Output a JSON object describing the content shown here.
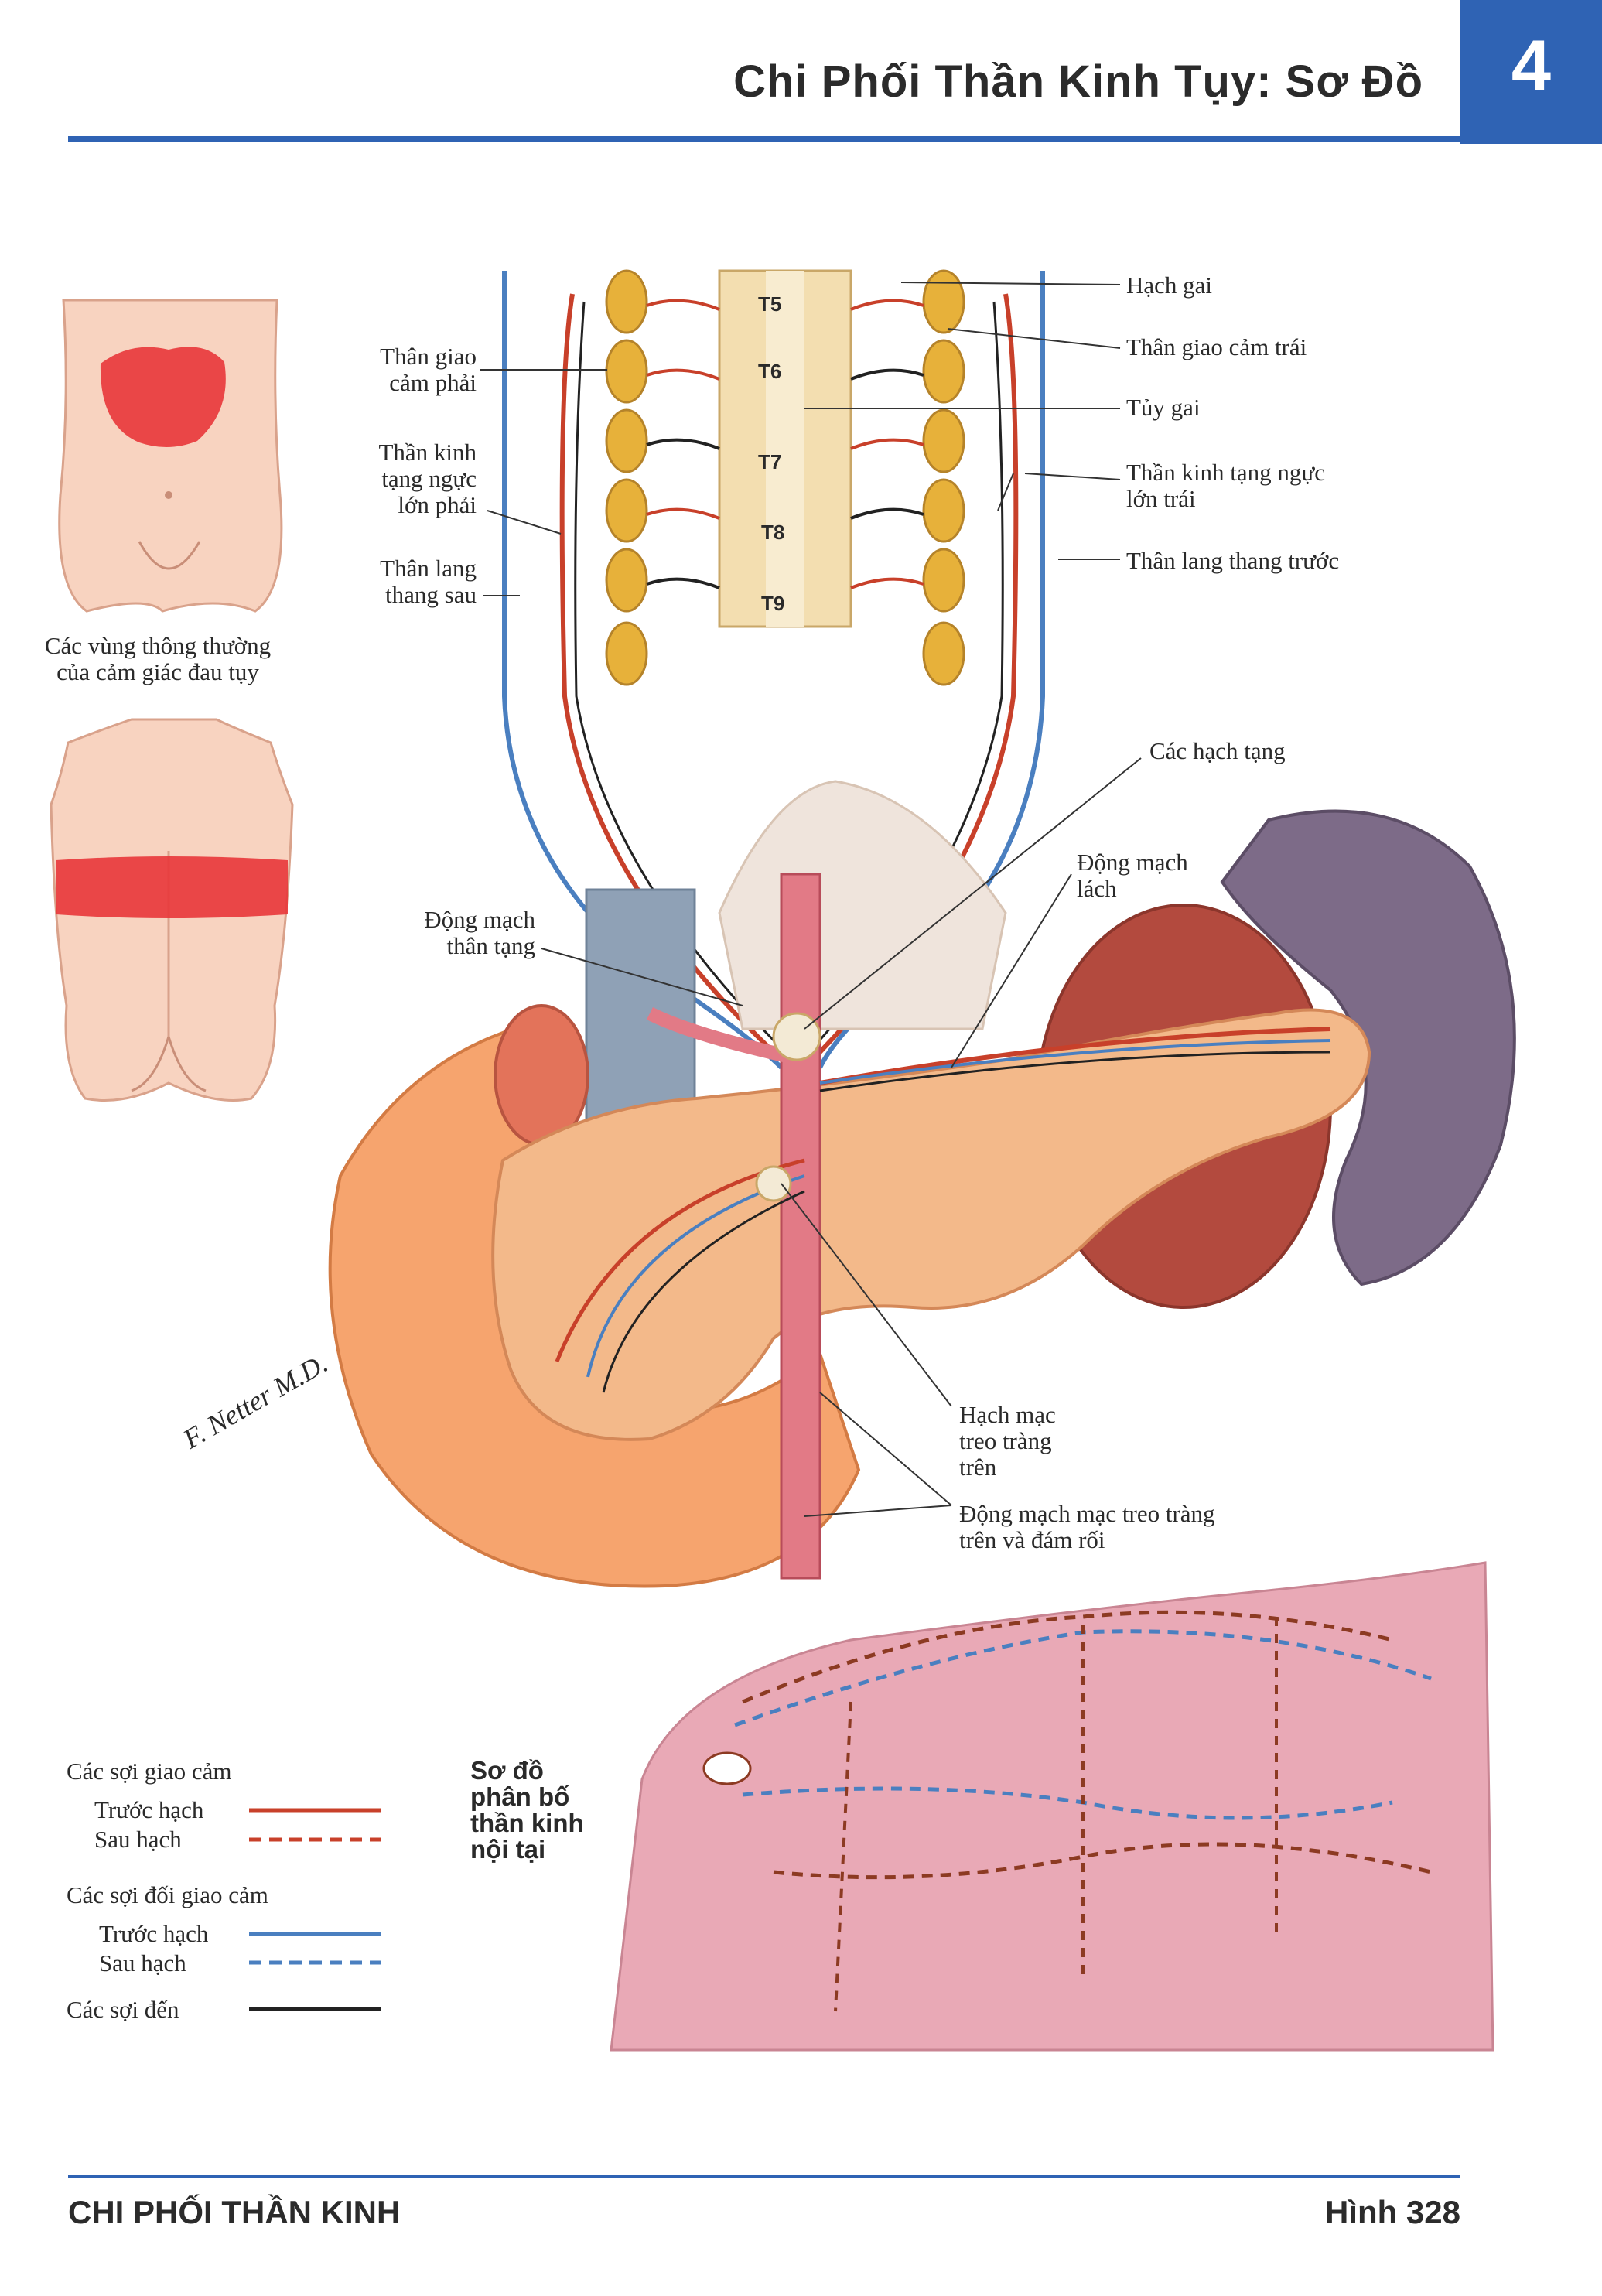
{
  "header": {
    "title": "Chi Phối Thần Kinh Tụy: Sơ Đồ",
    "chapter": "4"
  },
  "labels": {
    "hach_gai": "Hạch gai",
    "than_giao_cam_trai": "Thân giao cảm trái",
    "tuy_gai": "Tủy gai",
    "than_kinh_tang_nguc_lon_trai": [
      "Thần kinh tạng ngực",
      "lớn trái"
    ],
    "than_lang_thang_truoc": "Thân lang thang trước",
    "than_giao_cam_phai": [
      "Thân giao",
      "cảm phải"
    ],
    "than_kinh_tang_nguc_lon_phai": [
      "Thần kinh",
      "tạng ngực",
      "lớn phải"
    ],
    "than_lang_thang_sau": [
      "Thân lang",
      "thang sau"
    ],
    "vung_dau_tuy": [
      "Các vùng thông thường",
      "của cảm giác đau tụy"
    ],
    "cac_hach_tang": "Các hạch tạng",
    "dong_mach_lach": [
      "Động mạch",
      "lách"
    ],
    "dong_mach_than_tang": [
      "Động mạch",
      "thân tạng"
    ],
    "hach_mac_treo_trang_tren": [
      "Hạch mạc",
      "treo tràng",
      "trên"
    ],
    "dong_mach_mac_treo_trang_tren": [
      "Động mạch mạc treo tràng",
      "trên và đám rối"
    ],
    "signature": "F. Netter M.D."
  },
  "vertebral_levels": [
    "T5",
    "T6",
    "T7",
    "T8",
    "T9"
  ],
  "schema_title": [
    "Sơ đồ",
    "phân bố",
    "thần kinh",
    "nội tại"
  ],
  "legend": {
    "sympathetic_heading": "Các sợi giao cảm",
    "sympathetic_pre": "Trước hạch",
    "sympathetic_post": "Sau hạch",
    "parasympathetic_heading": "Các sợi đối giao cảm",
    "parasympathetic_pre": "Trước hạch",
    "parasympathetic_post": "Sau hạch",
    "afferent": "Các sợi đến",
    "colors": {
      "sympathetic": "#c8402a",
      "parasympathetic": "#4a7fc0",
      "afferent": "#222222"
    }
  },
  "footer": {
    "left": "CHI PHỐI THẦN KINH",
    "right": "Hình 328"
  }
}
